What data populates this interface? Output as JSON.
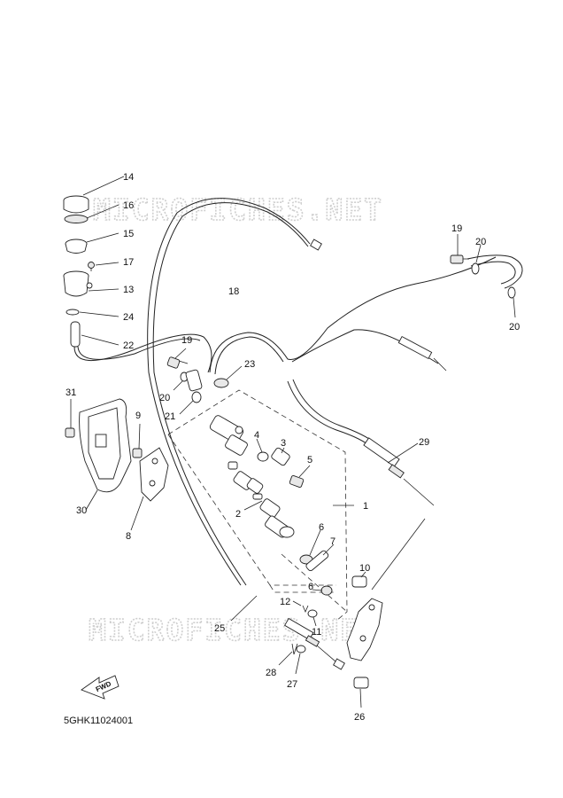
{
  "diagram": {
    "watermarks": [
      "MICROFICHES.NET",
      "MICROFICHES.NET"
    ],
    "drawing_code": "5GHK11024001",
    "fwd_label": "FWD",
    "labels": [
      "14",
      "16",
      "15",
      "17",
      "13",
      "24",
      "22",
      "19",
      "20",
      "21",
      "23",
      "18",
      "19",
      "20",
      "20",
      "31",
      "9",
      "30",
      "8",
      "4",
      "3",
      "5",
      "2",
      "1",
      "29",
      "6",
      "7",
      "10",
      "6",
      "12",
      "11",
      "25",
      "28",
      "27",
      "26"
    ]
  }
}
